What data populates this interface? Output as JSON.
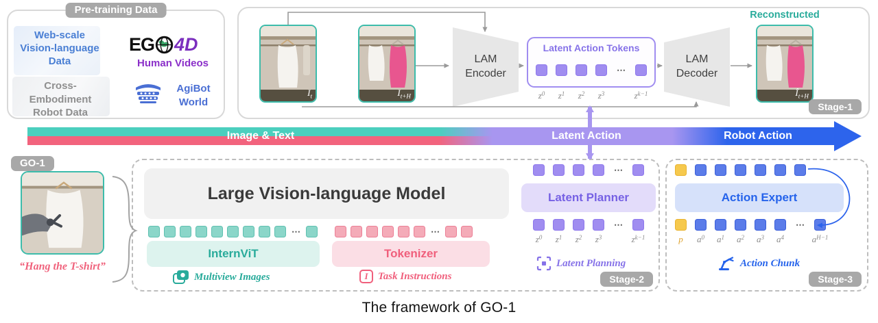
{
  "caption": "The framework of GO-1",
  "ellipsis": "⋯",
  "colors": {
    "teal": "#29ab9b",
    "pink": "#f05f7c",
    "purple": "#8672e8",
    "blue": "#2563eb",
    "bar_teal": "#4bcfbe",
    "bar_pink": "#f2637d",
    "bar_purple": "#a896f0",
    "bar_blue": "#2d64ec"
  },
  "pretraining": {
    "title": "Pre-training Data",
    "web_scale": "Web-scale Vision-language Data",
    "ego_eg": "EG",
    "ego_4d": "4D",
    "human_videos": "Human Videos",
    "cross_embodiment": "Cross-Embodiment Robot Data",
    "agibot": "AgiBot World"
  },
  "stage1": {
    "badge": "Stage-1",
    "frame_t": [
      "I",
      "t"
    ],
    "frame_tH": [
      "I",
      "t+H"
    ],
    "encoder": "LAM Encoder",
    "decoder": "LAM Decoder",
    "tokens_title": "Latent Action Tokens",
    "token_labels": [
      [
        "z",
        "0"
      ],
      [
        "z",
        "1"
      ],
      [
        "z",
        "2"
      ],
      [
        "z",
        "3"
      ],
      [
        "z",
        "k−1"
      ]
    ],
    "reconstructed": "Reconstructed",
    "recon_label": [
      "Î",
      "t+H"
    ]
  },
  "bar": {
    "image_text": "Image & Text",
    "latent_action": "Latent Action",
    "robot_action": "Robot Action"
  },
  "go1": {
    "badge": "GO-1",
    "instruction": "“Hang the T-shirt”"
  },
  "stage2": {
    "badge": "Stage-2",
    "vlm": "Large Vision-language Model",
    "internvit": "InternViT",
    "tokenizer": "Tokenizer",
    "multiview": "Multiview Images",
    "task_instructions": "Task Instructions",
    "task_icon_letter": "I",
    "planner": "Latent Planner",
    "planning": "Latent Planning",
    "token_labels": [
      [
        "z",
        "0"
      ],
      [
        "z",
        "1"
      ],
      [
        "z",
        "2"
      ],
      [
        "z",
        "3"
      ],
      [
        "z",
        "k−1"
      ]
    ]
  },
  "stage3": {
    "badge": "Stage-3",
    "expert": "Action Expert",
    "chunk": "Action Chunk",
    "p_label": [
      "p",
      ""
    ],
    "a_labels": [
      [
        "a",
        "0"
      ],
      [
        "a",
        "1"
      ],
      [
        "a",
        "2"
      ],
      [
        "a",
        "3"
      ],
      [
        "a",
        "4"
      ],
      [
        "a",
        "H−1"
      ]
    ]
  }
}
